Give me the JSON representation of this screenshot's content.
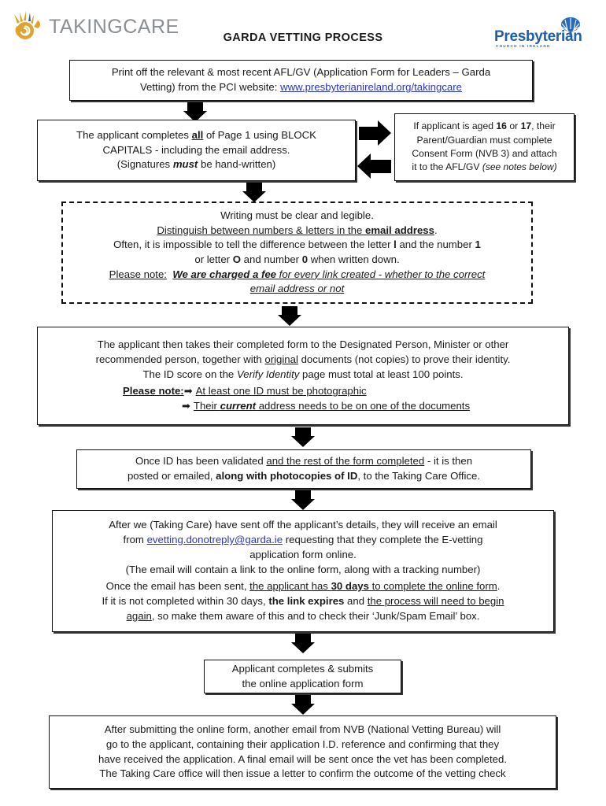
{
  "header": {
    "title": "GARDA VETTING PROCESS",
    "logo_left": {
      "name": "TAKINGCARE",
      "icon": "hand-spiral-icon"
    },
    "logo_right": {
      "name": "Presbyterian",
      "subtitle": "CHURCH IN IRELAND",
      "icon": "burning-bush-icon"
    }
  },
  "flow": {
    "step1": {
      "line1_a": "Print off the relevant & most recent AFL/GV (Application Form for Leaders – Garda",
      "line2_a": "Vetting) from the PCI website: ",
      "link": "www.presbyterianireland.org/takingcare"
    },
    "step2": {
      "l1_a": "The applicant completes ",
      "l1_b": "all",
      "l1_c": " of Page 1 using BLOCK",
      "l2": "CAPITALS - including the email address.",
      "l3_a": "(Signatures ",
      "l3_b": "must",
      "l3_c": " be hand-written)"
    },
    "step2_side": {
      "l1_a": "If applicant is aged ",
      "l1_b": "16",
      "l1_c": " or ",
      "l1_d": "17",
      "l1_e": ", their",
      "l2": "Parent/Guardian must complete",
      "l3": "Consent Form (NVB 3) and attach",
      "l4_a": "it to the AFL/GV ",
      "l4_b": "(see notes below)"
    },
    "step3": {
      "l1": "Writing must be clear and legible.",
      "l2_a": "Distinguish between numbers & letters in the ",
      "l2_b": "email address",
      "l2_c": ".",
      "l3_a": "Often, it is impossible to tell the difference between the letter ",
      "l3_b": "l",
      "l3_c": " and the number ",
      "l3_d": "1",
      "l4_a": "or letter ",
      "l4_b": "O",
      "l4_c": " and number ",
      "l4_d": "0",
      "l4_e": " when written down.",
      "l5_a": "Please note:",
      "l5_b": "We are charged a fee",
      "l5_c": " for every link created - whether to the correct",
      "l6": "email address or not"
    },
    "step4": {
      "l1": "The applicant then takes their completed form to the Designated Person, Minister or other",
      "l2_a": "recommended person, together with ",
      "l2_b": "original",
      "l2_c": " documents (not copies) to prove their identity.",
      "l3_a": "The ID score on the ",
      "l3_b": "Verify Identity",
      "l3_c": " page must total at least 100 points.",
      "note_label": "Please note:",
      "note1": "At least one ID must be photographic",
      "note2_a": "Their ",
      "note2_b": "current",
      "note2_c": " address needs to be on one of the documents",
      "bullet_icon": "right-arrow-icon"
    },
    "step5": {
      "l1_a": "Once ID has been validated ",
      "l1_b": "and the rest of the form completed",
      "l1_c": " - it is then",
      "l2_a": "posted or emailed, ",
      "l2_b": "along with photocopies of ID",
      "l2_c": ", to the Taking Care Office."
    },
    "step6": {
      "l1": "After we (Taking Care) have sent off the applicant’s details, they will receive an email",
      "l2_a": "from ",
      "l2_link": "evetting.donotreply@garda.ie",
      "l2_b": "  requesting that they complete the E-vetting",
      "l3": "application form online.",
      "l4": "(The email will contain a link to the online form, along with a tracking number)",
      "l5_a": "Once the email has been sent, ",
      "l5_b": "the applicant has ",
      "l5_c": "30 days",
      "l5_d": " to complete the online form",
      "l5_e": ".",
      "l6_a": "If it is not completed within 30 days, ",
      "l6_b": "the link expires",
      "l6_c": " and ",
      "l6_d": "the process will need to begin",
      "l7_a": "again",
      "l7_b": ", so make them aware of this and to check their ‘Junk/Spam Email’ box."
    },
    "step7": {
      "l1": "Applicant completes & submits",
      "l2": "the online application form"
    },
    "step8": {
      "l1": "After submitting the online form, another email from NVB (National Vetting Bureau) will",
      "l2": "go to the applicant, containing their application I.D. reference and confirming that they",
      "l3": "have received the application. A final email will be sent once the vet has been completed.",
      "l4": "The Taking Care office will then issue a letter to confirm the outcome of the vetting check"
    }
  },
  "colors": {
    "link": "#2b35c4",
    "presbyterian_blue": "#1f5fa8",
    "takingcare_gold": "#e0a32e",
    "takingcare_grey": "#8a8f94",
    "border": "#111111"
  }
}
